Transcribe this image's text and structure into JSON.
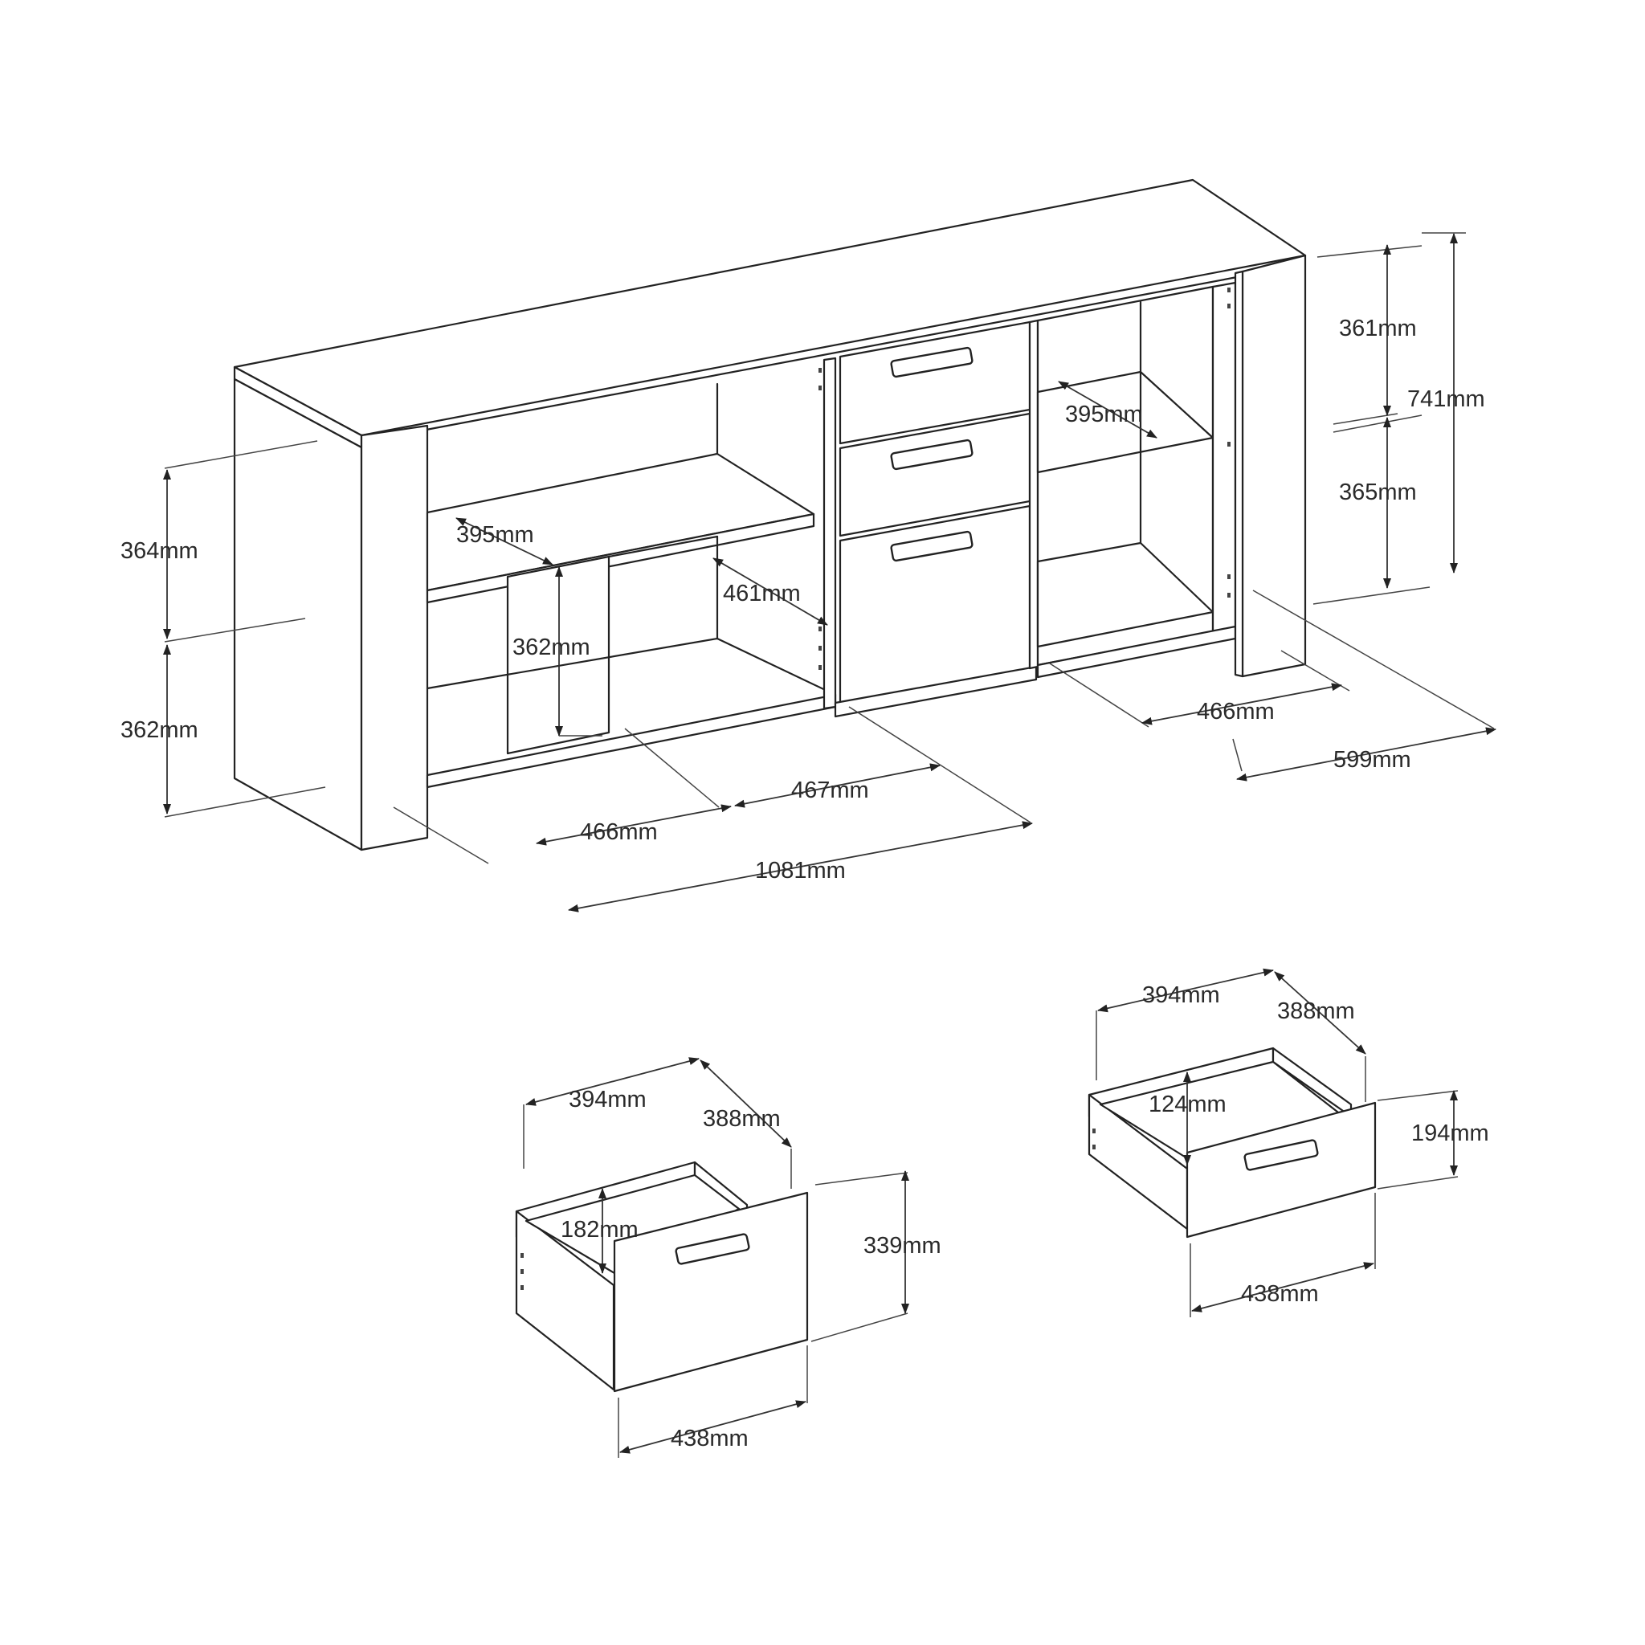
{
  "labels": {
    "d364": "364mm",
    "d362_left": "362mm",
    "d395_left": "395mm",
    "d362_inner": "362mm",
    "d461": "461mm",
    "d395_right": "395mm",
    "d361": "361mm",
    "d741": "741mm",
    "d365": "365mm",
    "d466_right": "466mm",
    "d599": "599mm",
    "d467": "467mm",
    "d466_left": "466mm",
    "d1081": "1081mm",
    "drawer_large_width": "394mm",
    "drawer_large_depth": "388mm",
    "drawer_large_inner_height": "182mm",
    "drawer_large_height": "339mm",
    "drawer_large_front": "438mm",
    "drawer_small_width": "394mm",
    "drawer_small_depth": "388mm",
    "drawer_small_inner_height": "124mm",
    "drawer_small_height": "194mm",
    "drawer_small_front": "438mm"
  },
  "colors": {
    "line": "#222222",
    "text": "#2a2a2a",
    "background": "#ffffff"
  },
  "icons": [
    "arrow-head",
    "drawer-handle"
  ]
}
